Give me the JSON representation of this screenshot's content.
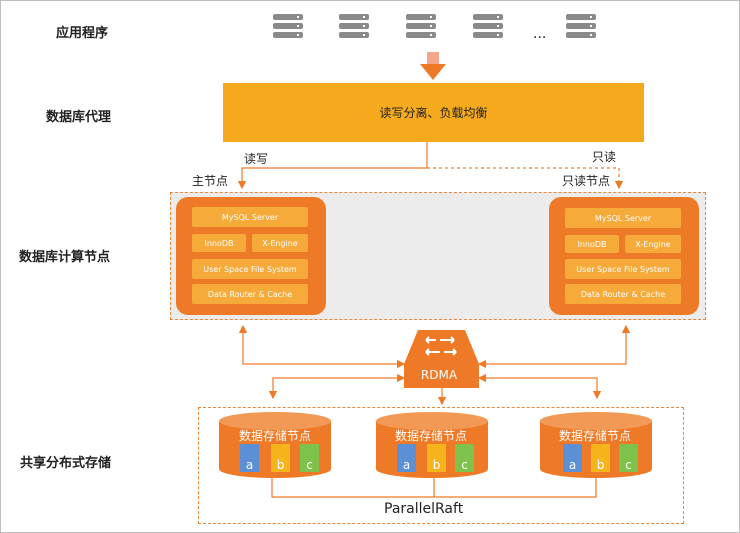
{
  "labels": {
    "app": "应用程序",
    "proxy": "数据库代理",
    "compute": "数据库计算节点",
    "storage": "共享分布式存储"
  },
  "app_ellipsis": "...",
  "proxy_box": "读写分离、负载均衡",
  "rw_label": "读写",
  "ro_label": "只读",
  "primary_label": "主节点",
  "readonly_label": "只读节点",
  "compute_node": {
    "mysql": "MySQL Server",
    "innodb": "InnoDB",
    "xengine": "X-Engine",
    "usfs": "User Space File System",
    "router": "Data Router & Cache"
  },
  "rdma": "RDMA",
  "storage_node": {
    "title": "数据存储节点",
    "blocks": [
      "a",
      "b",
      "c"
    ]
  },
  "parallelraft": "ParallelRaft",
  "colors": {
    "orange": "#ee7a28",
    "yellow": "#f5aa1e",
    "block_blue": "#5b8fd6",
    "block_yellow": "#f5b31c",
    "block_green": "#7dc24a"
  }
}
